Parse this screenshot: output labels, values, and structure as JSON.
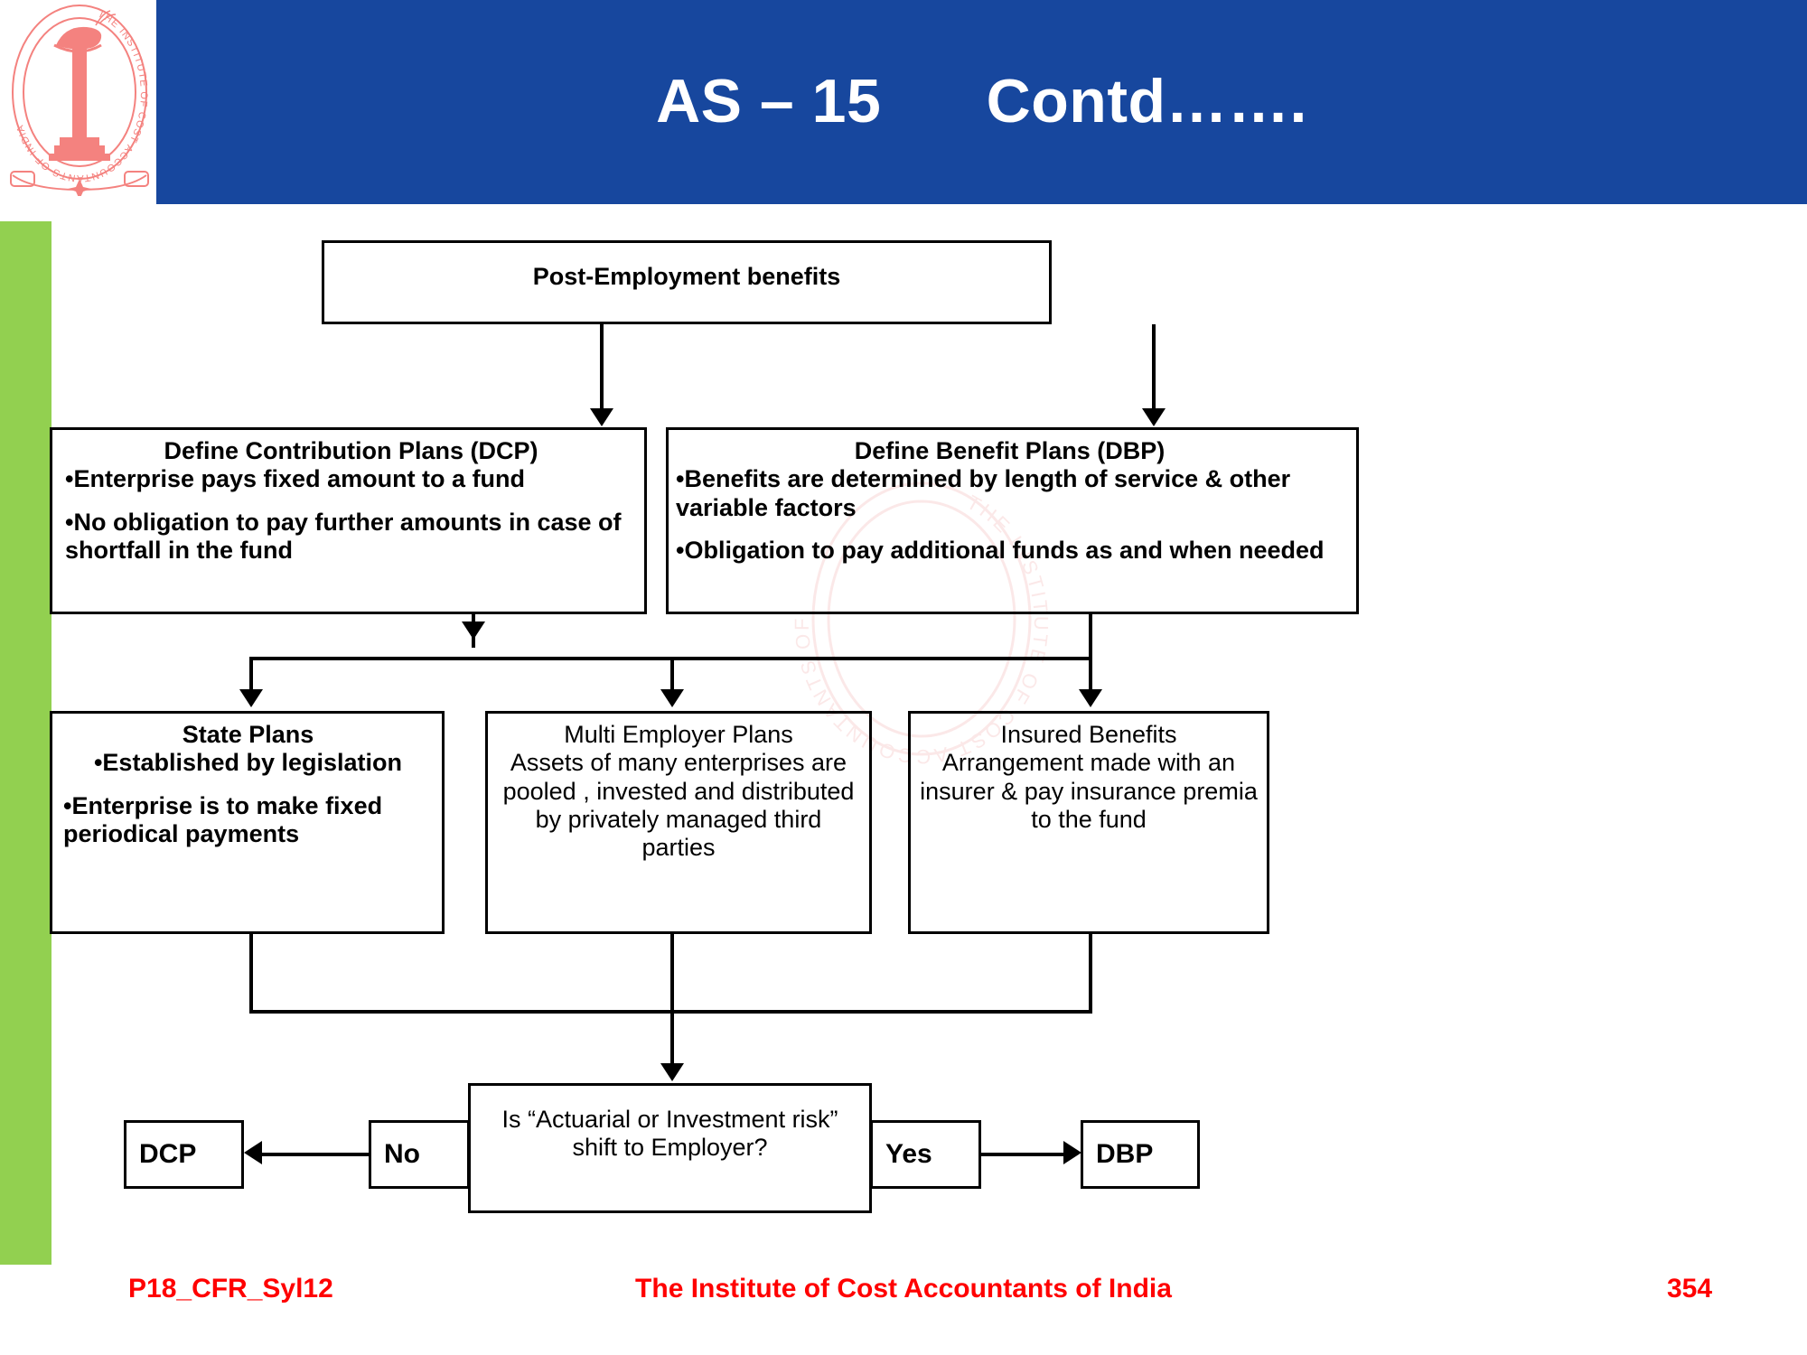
{
  "header": {
    "title": "AS – 15      Contd…….",
    "bar_color": "#17479e",
    "logo_alt": "institute-seal-logo",
    "logo_ring_text": "THE INSTITUTE OF COST ACCOUNTANTS OF INDIA"
  },
  "accents": {
    "green_band": "#92d050",
    "footer_red": "#ff0000",
    "logo_red": "#f4827f"
  },
  "flow": {
    "post_employment": {
      "title": "Post-Employment benefits"
    },
    "dcp": {
      "title": "Define Contribution Plans (DCP)",
      "bullets": [
        "•Enterprise pays fixed amount to a fund",
        "•No obligation to pay further amounts in case of shortfall in the fund"
      ]
    },
    "dbp": {
      "title": "Define Benefit Plans (DBP)",
      "bullets": [
        "•Benefits are determined by length of service & other variable factors",
        "•Obligation to pay additional funds as and when needed"
      ]
    },
    "state_plans": {
      "title": "State Plans",
      "bullets": [
        "•Established by legislation",
        "•Enterprise is to make fixed periodical payments"
      ]
    },
    "multi_employer": {
      "title": "Multi Employer Plans",
      "body": "Assets of many enterprises are pooled , invested and distributed by privately managed third parties"
    },
    "insured_benefits": {
      "title": "Insured Benefits",
      "body": "Arrangement made with an insurer & pay insurance premia to the fund"
    },
    "decision": {
      "line1": "Is “Actuarial or Investment risk”",
      "line2": "shift to Employer?"
    },
    "no_label": "No",
    "yes_label": "Yes",
    "dcp_outcome": "DCP",
    "dbp_outcome": "DBP"
  },
  "footer": {
    "left": "P18_CFR_Syl12",
    "center": "The Institute of Cost Accountants of India",
    "page": "354"
  }
}
